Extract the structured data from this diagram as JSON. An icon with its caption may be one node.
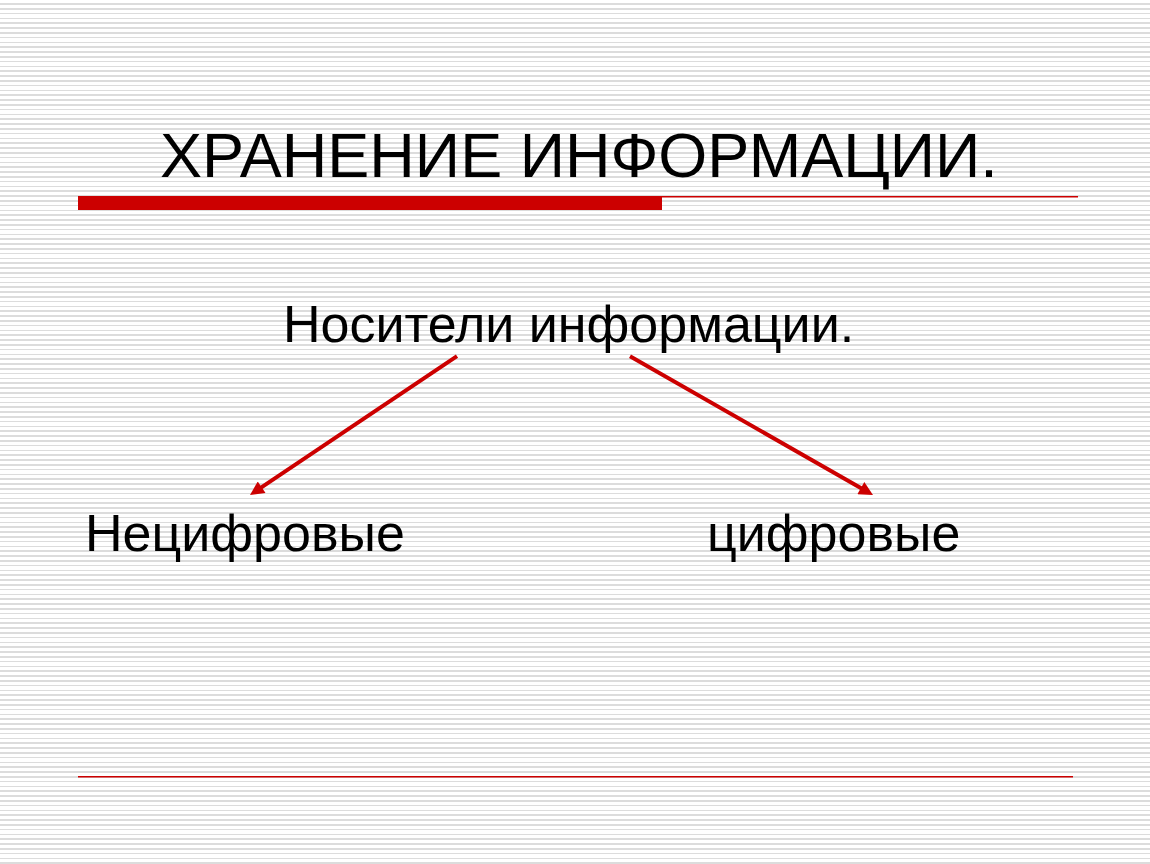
{
  "diagram": {
    "title": "ХРАНЕНИЕ ИНФОРМАЦИИ.",
    "nodes": [
      {
        "text": [
          "Носители информации."
        ]
      },
      {
        "text": [
          "Нецифровые"
        ]
      },
      {
        "text": [
          "цифровые"
        ]
      }
    ],
    "edges": [
      {
        "from": 0,
        "to": 1,
        "arrow": "to"
      },
      {
        "from": 0,
        "to": 2,
        "arrow": "to"
      }
    ]
  }
}
